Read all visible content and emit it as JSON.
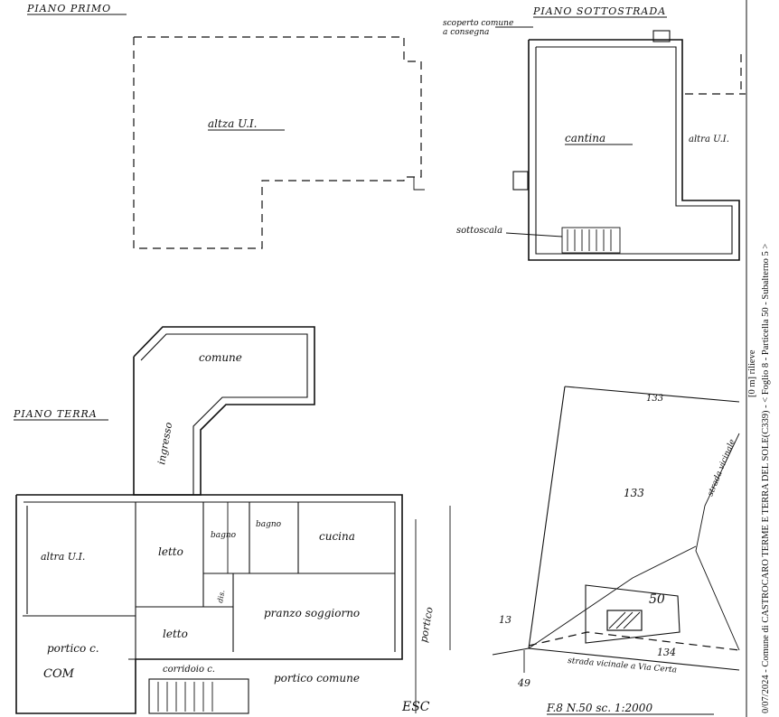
{
  "plans": {
    "primo": {
      "title": "PIANO PRIMO",
      "room_label": "altza U.I."
    },
    "sottostrada": {
      "title": "PIANO SOTTOSTRADA",
      "scoperto_line1": "scoperto comune",
      "scoperto_line2": "a consegna",
      "cantina_label": "cantina",
      "altra_ui_label": "altra U.I.",
      "sottoscala_label": "sottoscala"
    },
    "terra": {
      "title": "PIANO TERRA",
      "comune_label": "comune",
      "ingresso_label": "ingresso",
      "rooms": {
        "altra_ui": "altra U.I.",
        "letto1": "letto",
        "bagno": "bagno",
        "bagno2": "bagno",
        "cucina": "cucina",
        "disimpegno": "dis.",
        "pranzo": "pranzo soggiorno",
        "letto2": "letto",
        "portico_c": "portico c.",
        "com": "COM",
        "corridoio": "corridoio c.",
        "portico_comune": "portico comune",
        "portico": "portico",
        "esc": "ESC"
      }
    },
    "map": {
      "parcel_top": "133",
      "parcel_main": "133",
      "parcel_50": "50",
      "num_13": "13",
      "num_134": "134",
      "num_49": "49",
      "strada_vicinale": "strada vicinale",
      "strada_bottom": "strada vicinale a Via Certa",
      "caption": "F.8 N.50 sc. 1:2000"
    }
  },
  "stamp": {
    "main": "0/07/2024 - Comune di CASTROCARO TERME E TERRA DEL SOLE(C339) - < Foglio 8 - Particella 50 - Subalterno 5 >",
    "small": "[0 m] rilieve"
  }
}
